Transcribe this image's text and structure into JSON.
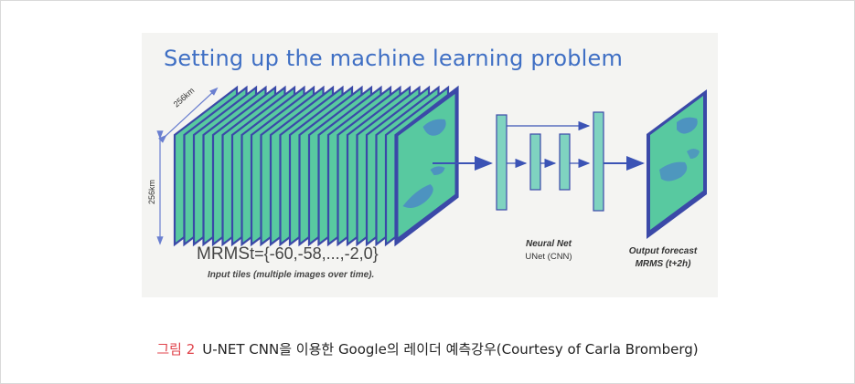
{
  "figure": {
    "title": "Setting up the machine learning problem",
    "dim_width": "256km",
    "dim_height": "256km",
    "input_formula_prefix": "MRMS",
    "input_formula_sub": "t={-60,-58,...,-2,0}",
    "input_desc": "Input tiles (multiple images over time).",
    "net_title": "Neural Net",
    "net_sub": "UNet (CNN)",
    "output_title": "Output forecast",
    "output_sub": "MRMS (t+2h)"
  },
  "caption": {
    "label": "그림 2",
    "text": "U-NET CNN을 이용한 Google의 레이더 예측강우(Courtesy of Carla Bromberg)"
  },
  "colors": {
    "tile_fill": "#58c9a0",
    "tile_edge": "#3b49a8",
    "net_fill": "#7fd3c0",
    "arrow": "#3b53b5",
    "title": "#3f6fc4",
    "caption_label": "#e0434b"
  }
}
